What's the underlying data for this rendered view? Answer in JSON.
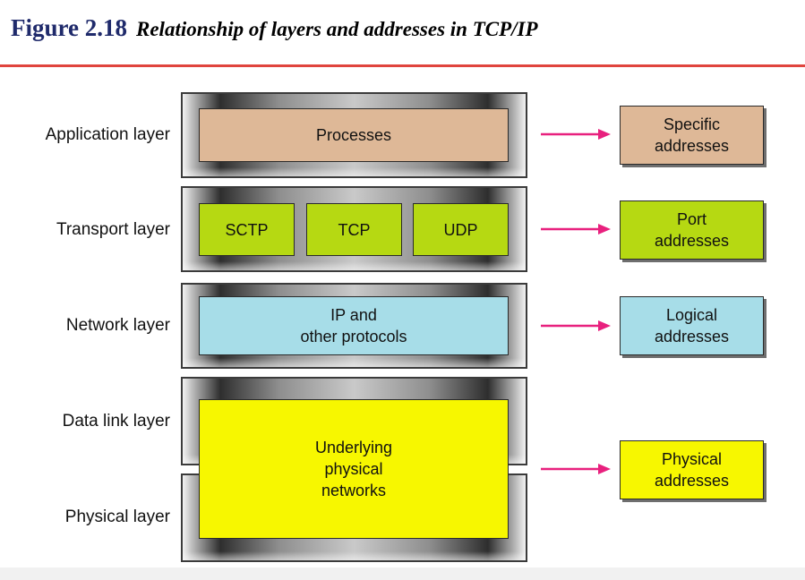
{
  "figure": {
    "number": "Figure 2.18",
    "caption": "Relationship of layers and addresses in TCP/IP"
  },
  "layers": {
    "application": "Application layer",
    "transport": "Transport layer",
    "network": "Network layer",
    "datalink": "Data link layer",
    "physical": "Physical layer"
  },
  "protocols": {
    "processes": "Processes",
    "sctp": "SCTP",
    "tcp": "TCP",
    "udp": "UDP",
    "ip": "IP and\nother protocols",
    "underlying": "Underlying\nphysical\nnetworks"
  },
  "addresses": {
    "specific": "Specific\naddresses",
    "port": "Port\naddresses",
    "logical": "Logical\naddresses",
    "physical": "Physical\naddresses"
  },
  "colors": {
    "title_blue": "#1f2a6b",
    "rule_red": "#e0453e",
    "tan": "#deb897",
    "green": "#b6d912",
    "blue": "#a7dde8",
    "yellow": "#f7f700",
    "arrow_pink": "#e8207e"
  }
}
